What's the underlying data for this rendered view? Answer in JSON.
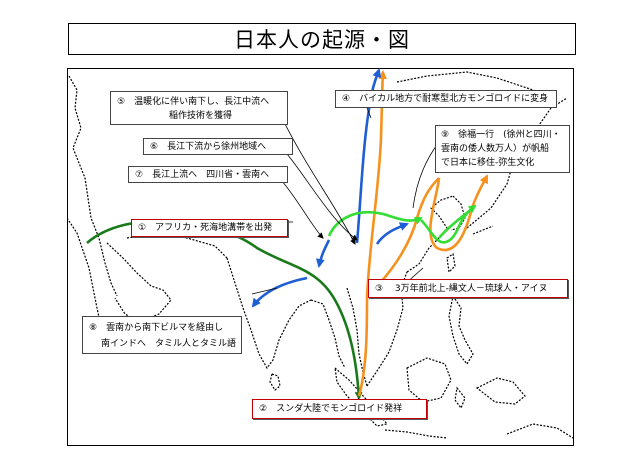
{
  "title": "日本人の起源・図",
  "labels": {
    "l5": {
      "line1": "⑤　温暖化に伴い南下し、長江中流へ",
      "line2": "稲作技術を獲得"
    },
    "l4": {
      "line1": "④　バイカル地方で耐寒型北方モンゴロイドに変身"
    },
    "l9": {
      "line1": "⑨　徐福一行　(徐州と四川・",
      "line2": "雲南の倭人数万人）が帆船",
      "line3": "で日本に移住-弥生文化"
    },
    "l6": {
      "line1": "⑥　長江下流から徐州地域へ"
    },
    "l7": {
      "line1": "⑦　長江上流へ　四川省・雲南へ"
    },
    "l1": {
      "line1": "①　アフリカ・死海地溝帯を出発"
    },
    "l3": {
      "line1": "③　 3万年前北上-縄文人－琉球人・アイヌ"
    },
    "l8": {
      "line1": "⑧　雲南から南下ビルマを経由し",
      "line2": "南インドへ　タミル人とタミル語"
    },
    "l2": {
      "line1": "②　スンダ大陸でモンゴロイド発祥"
    }
  },
  "colors": {
    "green_route": "#1a7a1a",
    "orange_route": "#f5921e",
    "blue_route": "#1f5fd6",
    "bright_green_route": "#33dd33",
    "label_border_red": "#c00000"
  }
}
